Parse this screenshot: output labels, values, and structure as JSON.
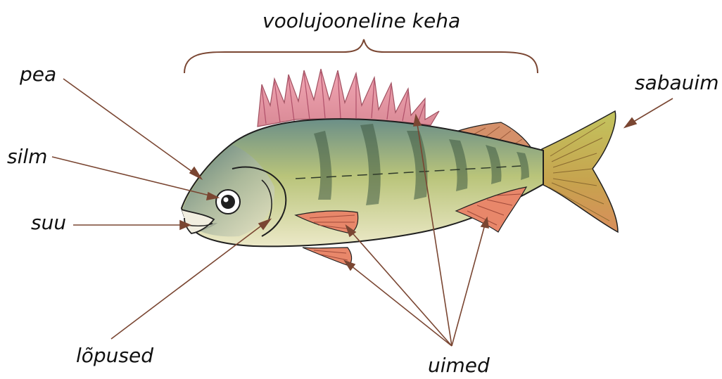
{
  "diagram": {
    "title": "voolujooneline keha",
    "labels": {
      "head": "pea",
      "eye": "silm",
      "mouth": "suu",
      "gill_cover": "lõpused",
      "fins": "uimed",
      "tail_fin": "sabauim"
    }
  },
  "colors": {
    "leader_line": "#7a4632",
    "body_top": "#6b8f88",
    "body_middle": "#b9c47a",
    "body_belly": "#e8e6c2",
    "stripe": "#3f5a43",
    "fin_pink": "#e08a9a",
    "fin_salmon": "#e8876a",
    "fin_brown": "#d4906a",
    "tail": "#b8bd5a",
    "outline": "#1f1f1f"
  }
}
